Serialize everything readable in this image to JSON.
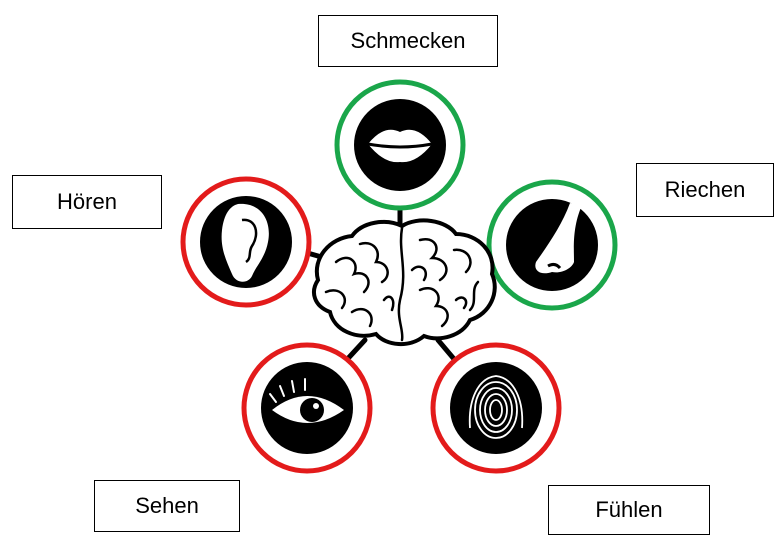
{
  "labels": {
    "taste": "Schmecken",
    "smell": "Riechen",
    "hearing": "Hören",
    "sight": "Sehen",
    "touch": "Fühlen"
  },
  "colors": {
    "green_ring": "#1aa64a",
    "red_ring": "#e31b1b",
    "icon_fill": "#000000",
    "background": "#ffffff"
  },
  "icons": {
    "taste": "mouth-icon",
    "smell": "nose-icon",
    "hearing": "ear-icon",
    "sight": "eye-icon",
    "touch": "fingerprint-icon",
    "center": "brain-icon"
  }
}
